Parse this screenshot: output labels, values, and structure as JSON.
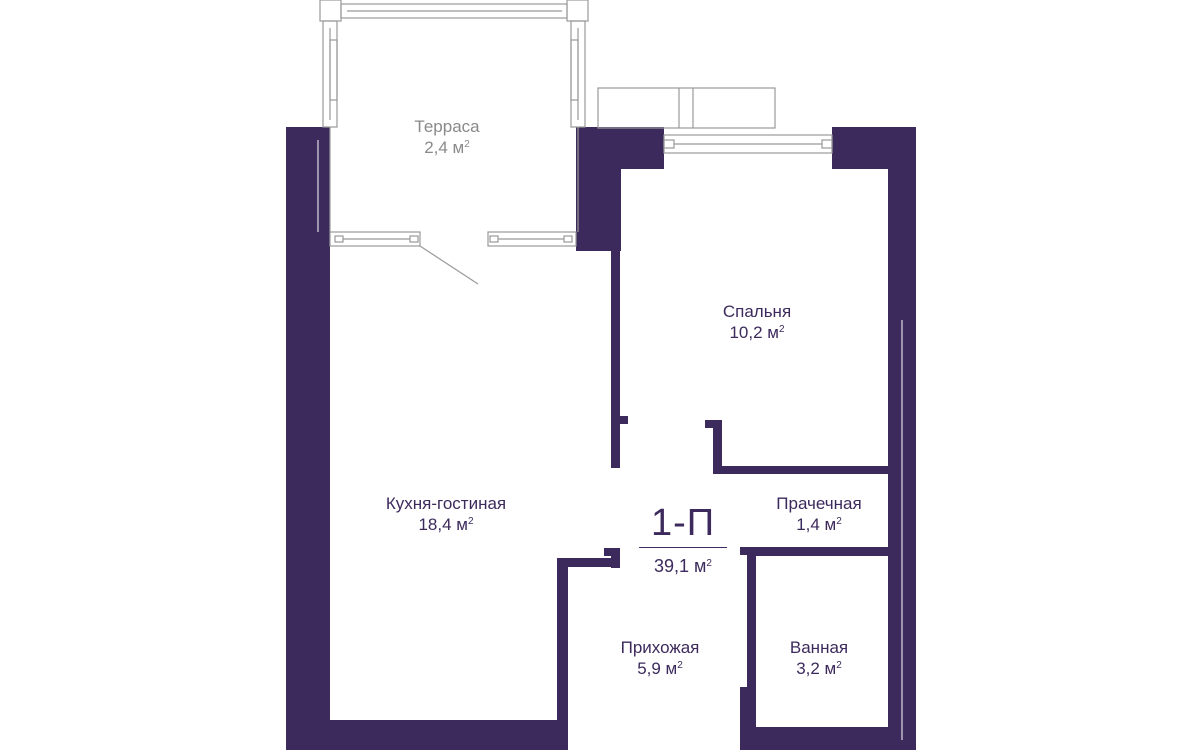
{
  "plan": {
    "code": "1-П",
    "total_area": "39,1 м",
    "area_unit_sup": "2",
    "colors": {
      "wall": "#3d2a5c",
      "glazing": "#999999",
      "text": "#3d2a5c",
      "terrace_text": "#8a8a8a"
    }
  },
  "rooms": {
    "terrace": {
      "name": "Терраса",
      "area": "2,4 м"
    },
    "bedroom": {
      "name": "Спальня",
      "area": "10,2 м"
    },
    "kitchen_living": {
      "name": "Кухня-гостиная",
      "area": "18,4 м"
    },
    "laundry": {
      "name": "Прачечная",
      "area": "1,4 м"
    },
    "hallway": {
      "name": "Прихожая",
      "area": "5,9 м"
    },
    "bathroom": {
      "name": "Ванная",
      "area": "3,2 м"
    }
  }
}
